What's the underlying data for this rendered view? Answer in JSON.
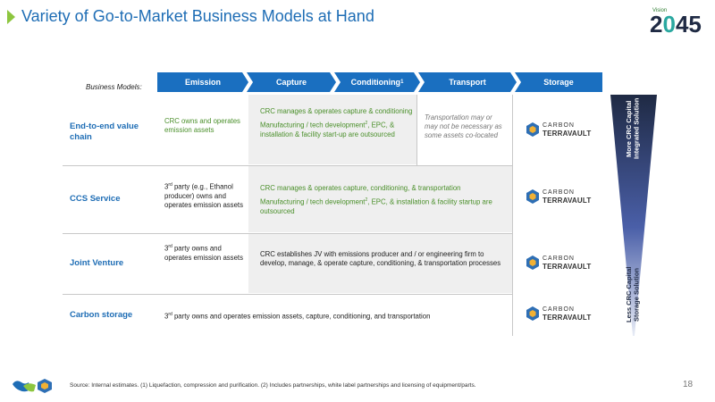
{
  "title": "Variety of Go-to-Market Business Models at Hand",
  "logo": {
    "small_text": "Vision",
    "year_prefix": "2",
    "year_zero": "0",
    "year_suffix": "45"
  },
  "business_models_label": "Business Models:",
  "columns": [
    {
      "label": "Emission"
    },
    {
      "label": "Capture"
    },
    {
      "label": "Conditioning",
      "sup": "1"
    },
    {
      "label": "Transport"
    },
    {
      "label": "Storage"
    }
  ],
  "rows": [
    {
      "label": "End-to-end value chain",
      "emission": "CRC owns and operates emission assets",
      "capture_p1": "CRC manages & operates capture & conditioning",
      "capture_p2_a": "Manufacturing / tech development",
      "capture_p2_sup": "2",
      "capture_p2_b": ", EPC, & installation & facility start-up are outsourced",
      "transport": "Transportation may or may not be necessary as some assets co-located"
    },
    {
      "label": "CCS Service",
      "emission_sup": "rd",
      "emission_a": "3",
      "emission_b": " party (e.g., Ethanol producer) owns and operates emission assets",
      "capture_p1": "CRC manages & operates capture, conditioning, & transportation",
      "capture_p2_a": "Manufacturing / tech development",
      "capture_p2_sup": "2",
      "capture_p2_b": ", EPC, & installation & facility startup are outsourced"
    },
    {
      "label": "Joint Venture",
      "emission_a": "3",
      "emission_sup": "rd",
      "emission_b": " party owns and operates emission assets",
      "capture": "CRC establishes JV with emissions producer and / or engineering firm to develop, manage, & operate capture, conditioning, & transportation processes"
    },
    {
      "label": "Carbon storage",
      "text_a": "3",
      "text_sup": "rd",
      "text_b": " party owns and operates emission assets, capture, conditioning, and transportation"
    }
  ],
  "storage_logo": {
    "word1": "CARBON",
    "word2": "TERRAVAULT"
  },
  "wedge": {
    "top_label": "More CRC Capital Integrated Solution",
    "bottom_label": "Less CRC Capital Storage Solution"
  },
  "footer": {
    "source": "Source: Internal estimates. (1) Liquefaction, compression and purification.  (2) Includes partnerships, white label partnerships and licensing of equipment/parts.",
    "page": "18"
  },
  "colors": {
    "accent_blue": "#1a6fc0",
    "title_blue": "#1e6db5",
    "green_text": "#4a8f2a",
    "chevron_green": "#8dc63f",
    "wedge_navy": "#1f2a44"
  }
}
